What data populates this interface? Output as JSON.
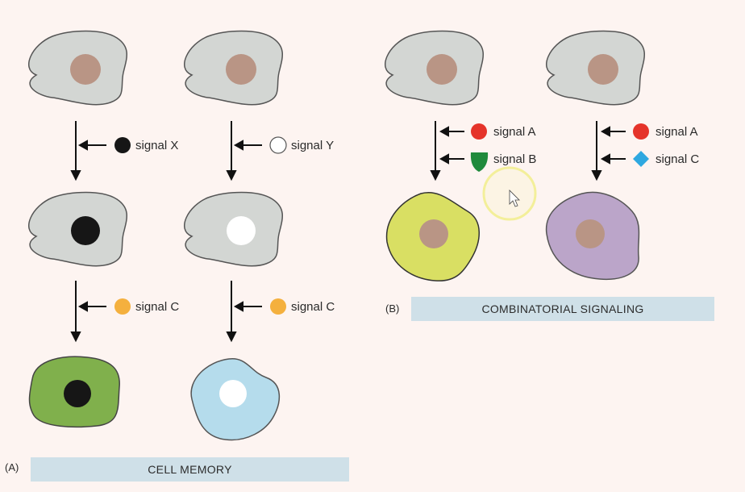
{
  "panel_a": {
    "tag": "(A)",
    "title": "CELL MEMORY",
    "signals": {
      "x": "signal X",
      "y": "signal Y",
      "c_left": "signal C",
      "c_right": "signal C"
    }
  },
  "panel_b": {
    "tag": "(B)",
    "title": "COMBINATORIAL SIGNALING",
    "signals": {
      "a_left": "signal A",
      "b_left": "signal B",
      "a_right": "signal A",
      "c_right": "signal C"
    }
  },
  "colors": {
    "background": "#fdf4f1",
    "cell_gray": "#d3d6d3",
    "nucleus_brown": "#b99585",
    "nucleus_black": "#161616",
    "nucleus_white": "#ffffff",
    "cell_green": "#80b04c",
    "cell_blue": "#b5dcec",
    "cell_yellow": "#d9df63",
    "cell_purple": "#bba5c9",
    "signal_orange": "#f4b03e",
    "signal_red": "#e5332a",
    "signal_green": "#1f8a3c",
    "signal_blue": "#2ea8e0",
    "label_bar": "#cfe0e8"
  }
}
